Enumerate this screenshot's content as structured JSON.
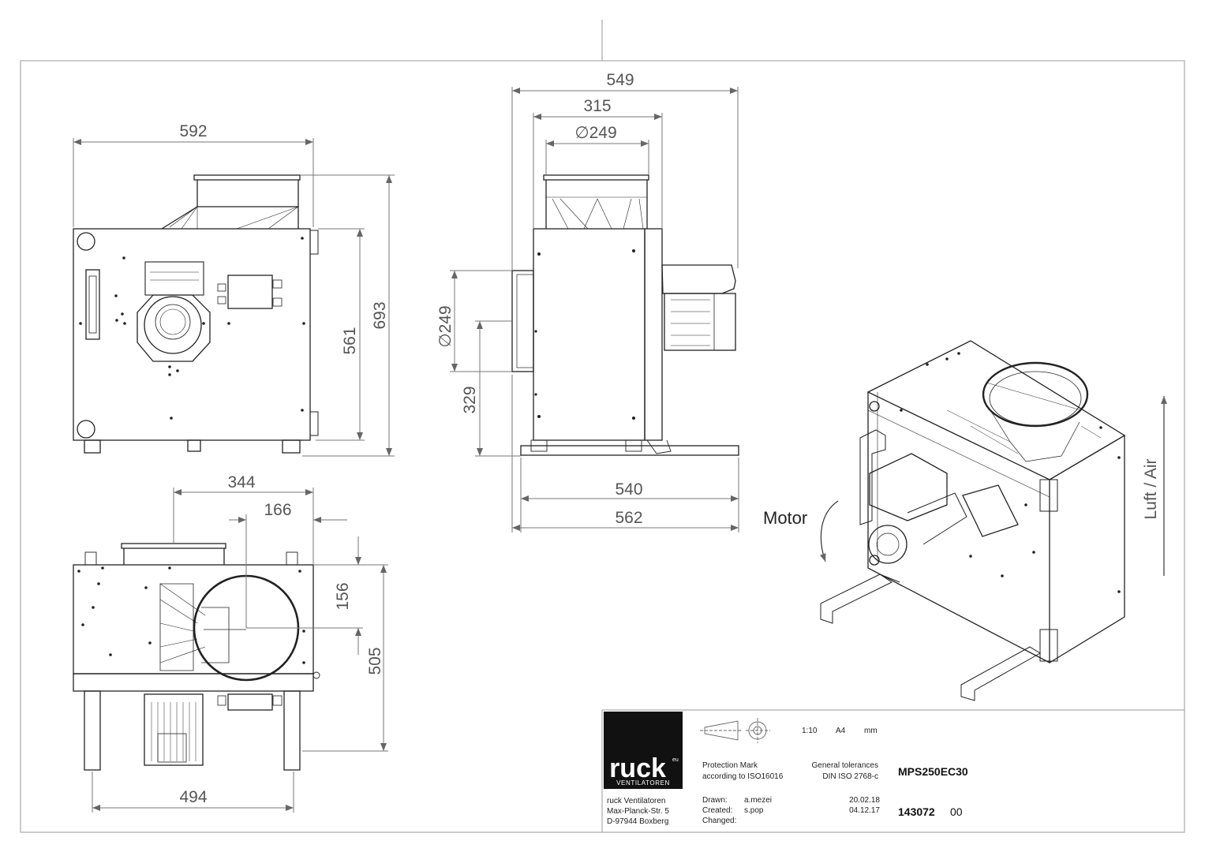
{
  "dimensions": {
    "front_width": "592",
    "front_height_total": "693",
    "front_height_body": "561",
    "side_width_total": "549",
    "side_width_body": "315",
    "side_diameter_top": "∅249",
    "side_diameter_inlet": "∅249",
    "side_inlet_height": "329",
    "side_base_540": "540",
    "side_base_562": "562",
    "bottom_width_344": "344",
    "bottom_offset_166": "166",
    "bottom_156": "156",
    "bottom_505": "505",
    "bottom_494": "494"
  },
  "labels": {
    "motor": "Motor",
    "airflow": "Luft / Air"
  },
  "title_block": {
    "logo_text": "ruck",
    "logo_sup": "eu",
    "logo_sub": "VENTILATOREN",
    "company_line1": "ruck Ventilatoren",
    "company_line2": "Max-Planck-Str. 5",
    "company_line3": "D-97944 Boxberg",
    "scale": "1:10",
    "paper": "A4",
    "unit": "mm",
    "protection_line1": "Protection Mark",
    "protection_line2": "according to ISO16016",
    "tolerance_line1": "General tolerances",
    "tolerance_line2": "DIN ISO 2768-c",
    "model": "MPS250EC30",
    "drawn_label": "Drawn:",
    "drawn_by": "a.mezei",
    "drawn_date": "20.02.18",
    "created_label": "Created:",
    "created_by": "s.pop",
    "created_date": "04.12.17",
    "changed_label": "Changed:",
    "drawing_number": "143072",
    "revision": "00"
  }
}
